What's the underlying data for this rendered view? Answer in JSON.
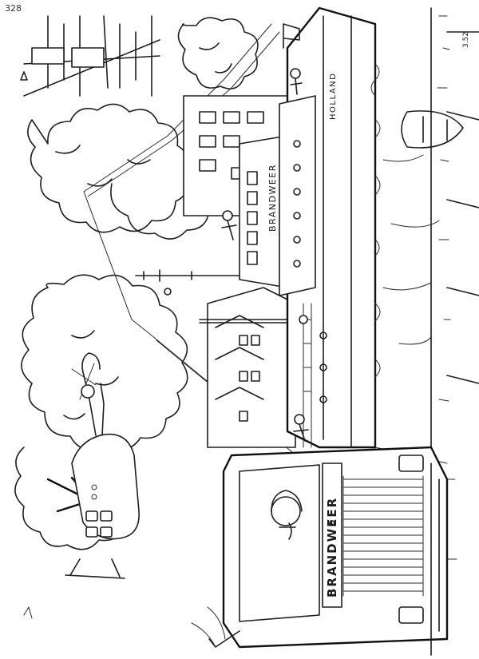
{
  "page_number": "328",
  "ship_name": "BRANDWEER",
  "ship_country": "HOLLAND",
  "truck_name": "BRANDWEER",
  "corner_mark": "3.52"
}
